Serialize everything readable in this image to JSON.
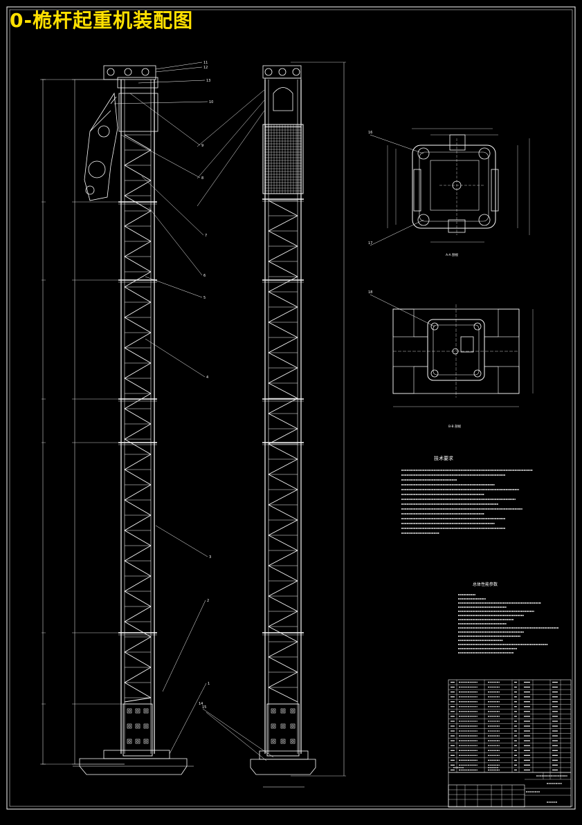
{
  "title": "0-桅杆起重机装配图",
  "drawing": {
    "left_view_labels": [
      "11",
      "12",
      "13",
      "10",
      "9",
      "8",
      "7",
      "6",
      "5",
      "4",
      "3",
      "2",
      "1"
    ],
    "right_view_labels": [
      "14",
      "15"
    ],
    "top_view_a_labels": [
      "16",
      "17"
    ],
    "top_view_b_labels": [
      "18"
    ],
    "section_labels": {
      "view_a": "A-A 剖视",
      "view_b": "B-B 剖视"
    },
    "notes_title": "技术要求",
    "notes_lines": 14,
    "second_notes_title": "总体性能参数",
    "second_notes_lines": 15,
    "parts_table_rows": 19
  }
}
